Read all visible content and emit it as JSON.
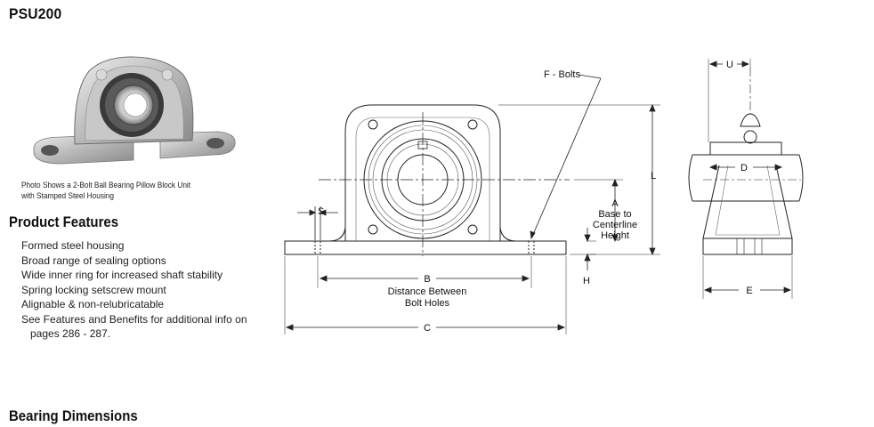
{
  "page": {
    "title": "PSU200"
  },
  "photo": {
    "caption_line1": "Photo Shows a 2-Bolt Ball Bearing Pillow Block Unit",
    "caption_line2": "with Stamped Steel Housing"
  },
  "features": {
    "heading": "Product Features",
    "items": [
      "Formed steel housing",
      "Broad range of sealing options",
      "Wide inner ring for increased shaft stability",
      "Spring locking setscrew mount",
      "Alignable & non-relubricatable"
    ],
    "last_item_line1": "See Features and Benefits for additional info on",
    "last_item_line2": "pages 286 - 287."
  },
  "drawing": {
    "labels": {
      "f_bolts": "F - Bolts",
      "s": "S",
      "a": "A",
      "a_desc1": "Base to",
      "a_desc2": "Centerline",
      "a_desc3": "Height",
      "l": "L",
      "h": "H",
      "b": "B",
      "b_desc1": "Distance Between",
      "b_desc2": "Bolt Holes",
      "c": "C",
      "u": "U",
      "d": "D",
      "e": "E"
    }
  },
  "dimensions": {
    "heading": "Bearing Dimensions"
  }
}
